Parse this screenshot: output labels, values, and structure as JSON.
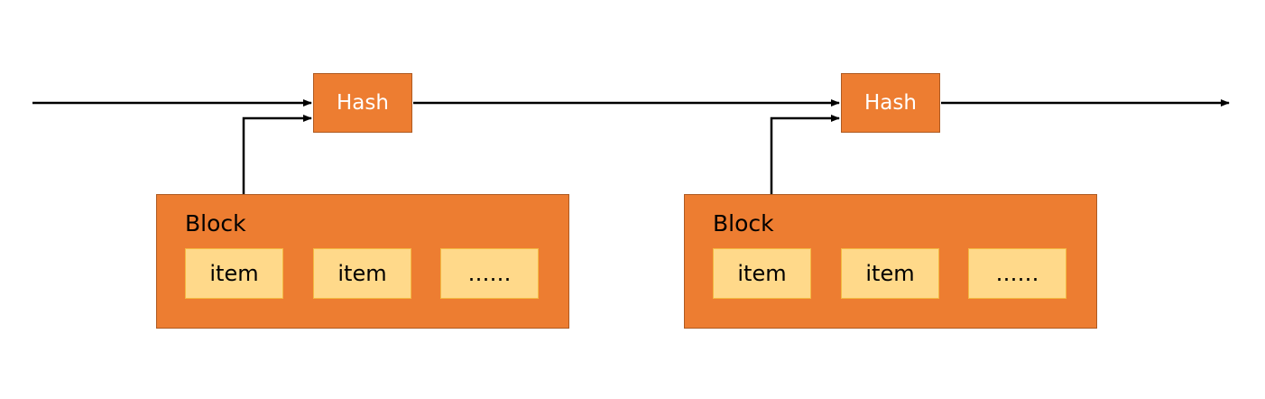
{
  "diagram": {
    "colors": {
      "box_fill": "#ED7D31",
      "box_border": "#AE5A21",
      "item_fill": "#FFD98A",
      "item_border": "#F4B942",
      "arrow": "#000000"
    },
    "stages": [
      {
        "hash_label": "Hash",
        "block_label": "Block",
        "items": [
          "item",
          "item",
          "……"
        ]
      },
      {
        "hash_label": "Hash",
        "block_label": "Block",
        "items": [
          "item",
          "item",
          "……"
        ]
      }
    ]
  }
}
